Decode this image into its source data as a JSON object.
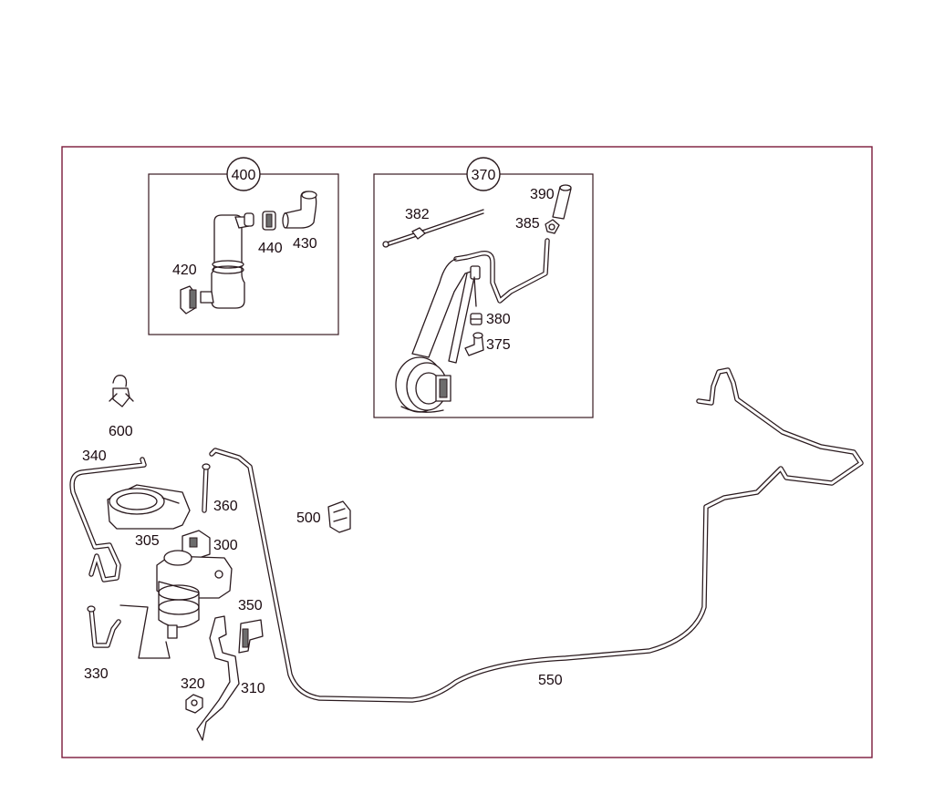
{
  "diagram": {
    "callouts": {
      "g400": "400",
      "g370": "370"
    },
    "labels": {
      "p420": "420",
      "p440": "440",
      "p430": "430",
      "p382": "382",
      "p390": "390",
      "p385": "385",
      "p380": "380",
      "p375": "375",
      "p600": "600",
      "p340": "340",
      "p360": "360",
      "p305": "305",
      "p300": "300",
      "p500": "500",
      "p350": "350",
      "p330": "330",
      "p320": "320",
      "p310": "310",
      "p550": "550"
    }
  }
}
